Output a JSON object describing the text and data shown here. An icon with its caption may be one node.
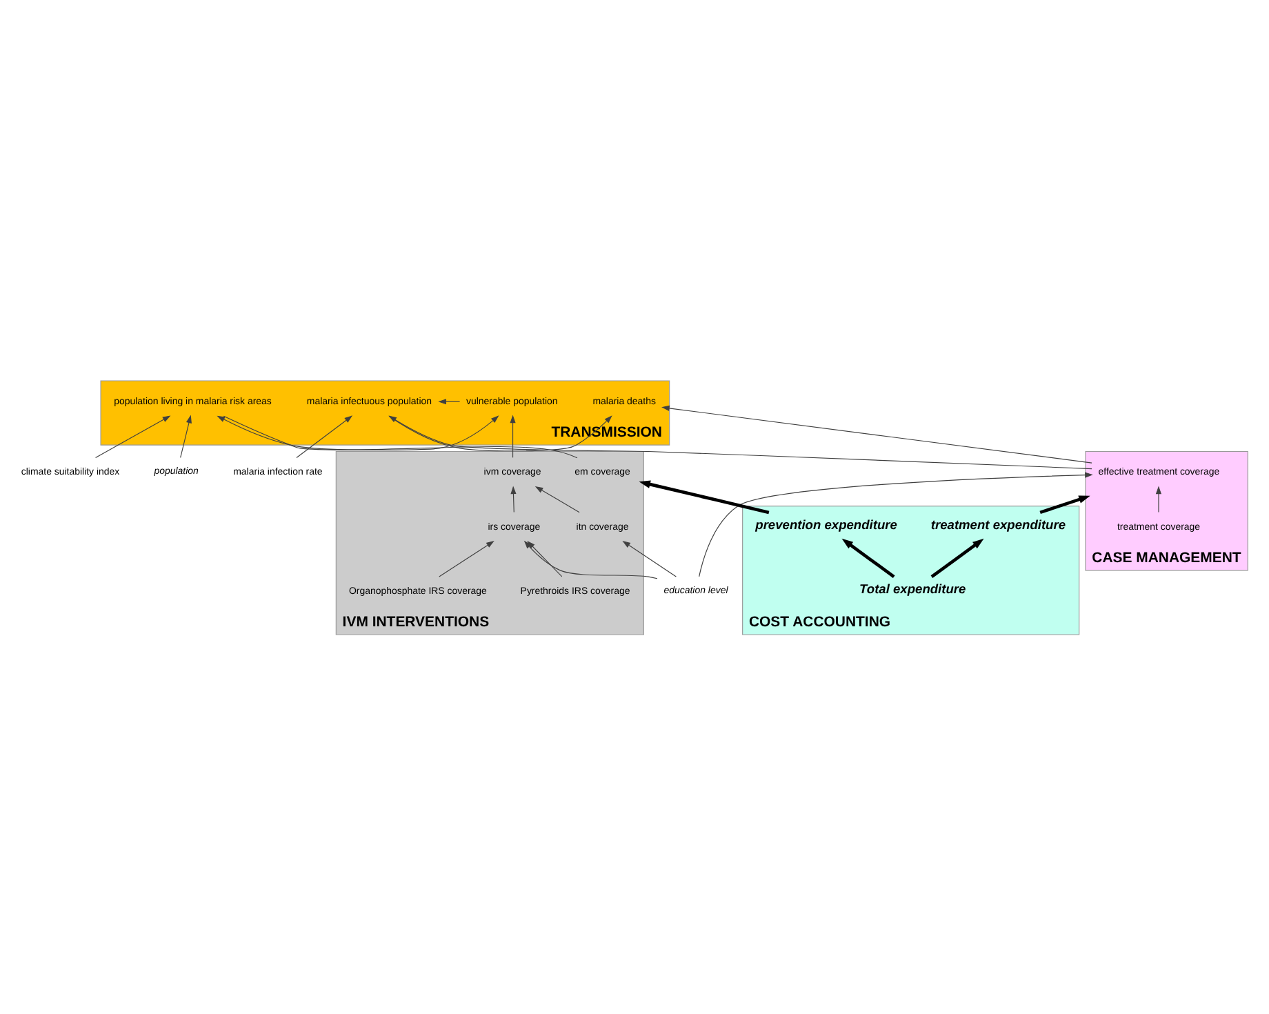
{
  "diagram": {
    "nodes": [
      {
        "text": [
          "climate suitability index"
        ]
      },
      {
        "text": [
          "population"
        ]
      },
      {
        "text": [
          "malaria infection rate"
        ]
      },
      {
        "text": [
          "TRANSMISSION"
        ]
      },
      {
        "text": [
          "population living in malaria risk areas"
        ],
        "in": 3
      },
      {
        "text": [
          "vulnerable population"
        ],
        "in": 3
      },
      {
        "text": [
          "malaria infectuous population"
        ],
        "in": 3
      },
      {
        "text": [
          "malaria deaths"
        ],
        "in": 3
      },
      {
        "text": [
          "IVM INTERVENTIONS"
        ]
      },
      {
        "text": [
          "em coverage"
        ],
        "in": 8
      },
      {
        "text": [
          "ivm coverage"
        ],
        "in": 8
      },
      {
        "text": [
          "irs coverage"
        ],
        "in": 8
      },
      {
        "text": [
          "itn coverage"
        ],
        "in": 8
      },
      {
        "text": [
          "Pyrethroids IRS coverage"
        ],
        "in": 8
      },
      {
        "text": [
          "Organophosphate IRS coverage"
        ],
        "in": 8
      },
      {
        "text": [
          "education level"
        ]
      },
      {
        "text": [
          "CASE MANAGEMENT"
        ]
      },
      {
        "text": [
          "effective treatment coverage"
        ],
        "in": 16
      },
      {
        "text": [
          "treatment coverage"
        ],
        "in": 16
      },
      {
        "text": [
          "COST ACCOUNTING"
        ]
      },
      {
        "text": [
          "prevention expenditure"
        ],
        "in": 19
      },
      {
        "text": [
          "treatment expenditure"
        ],
        "in": 19
      },
      {
        "text": [
          "Total expenditure"
        ],
        "in": 19
      }
    ],
    "edges": [
      {
        "from": 0,
        "to": 4,
        "arrow": "to"
      },
      {
        "from": 1,
        "to": 4,
        "arrow": "to"
      },
      {
        "from": 2,
        "to": 6,
        "arrow": "to"
      },
      {
        "from": 4,
        "to": 5,
        "arrow": "to"
      },
      {
        "from": 5,
        "to": 6,
        "arrow": "to"
      },
      {
        "from": 6,
        "to": 7,
        "arrow": "to"
      },
      {
        "from": 9,
        "to": 4,
        "arrow": "to"
      },
      {
        "from": 10,
        "to": 5,
        "arrow": "to"
      },
      {
        "from": 17,
        "to": 6,
        "arrow": "to"
      },
      {
        "from": 17,
        "to": 7,
        "arrow": "to"
      },
      {
        "from": 11,
        "to": 10,
        "arrow": "to"
      },
      {
        "from": 12,
        "to": 10,
        "arrow": "to"
      },
      {
        "from": 13,
        "to": 11,
        "arrow": "to"
      },
      {
        "from": 14,
        "to": 11,
        "arrow": "to"
      },
      {
        "from": 15,
        "to": 11,
        "arrow": "to"
      },
      {
        "from": 15,
        "to": 12,
        "arrow": "to"
      },
      {
        "from": 15,
        "to": 17,
        "arrow": "to"
      },
      {
        "from": 18,
        "to": 17,
        "arrow": "to"
      },
      {
        "from": 20,
        "to": 8,
        "arrow": "to",
        "style": "thick",
        "color": "#000000"
      },
      {
        "from": 21,
        "to": 16,
        "arrow": "to",
        "style": "thick",
        "color": "#000000"
      },
      {
        "from": 22,
        "to": 20,
        "arrow": "to",
        "style": "thick",
        "color": "#000000"
      },
      {
        "from": 22,
        "to": 21,
        "arrow": "to",
        "style": "thick",
        "color": "#000000"
      }
    ]
  }
}
